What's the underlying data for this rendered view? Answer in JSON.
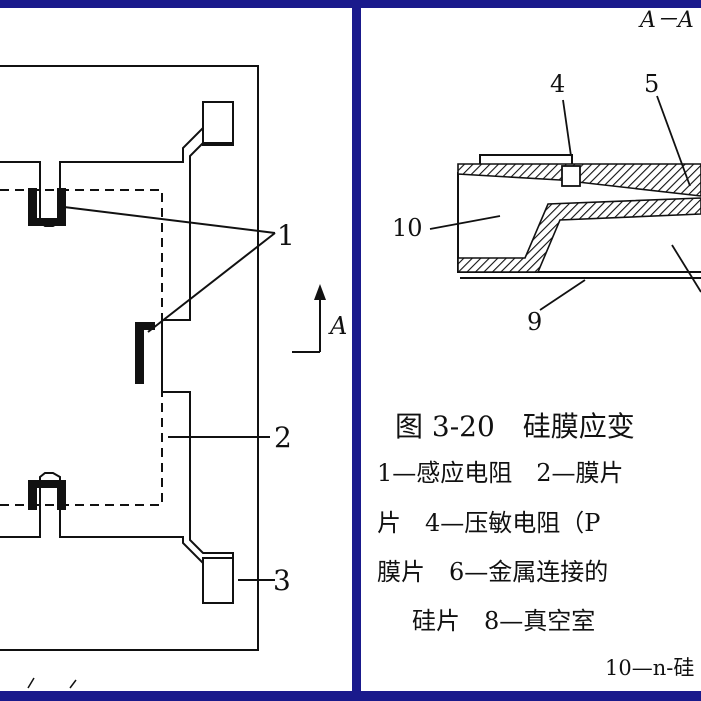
{
  "left_labels": {
    "n1": "1",
    "n2": "2",
    "n3": "3",
    "section_a": "A"
  },
  "right_labels": {
    "section_title": "A－A",
    "n4": "4",
    "n5": "5",
    "n10": "10",
    "n9": "9"
  },
  "caption": {
    "title": "图 3-20　硅膜应变",
    "line1": "1—感应电阻　2—膜片",
    "line2": "片　4—压敏电阻（P",
    "line3": "膜片　6—金属连接的",
    "line4": "硅片　8—真空室",
    "line5": "10—n-硅"
  },
  "colors": {
    "frame": "#1a1a8c",
    "ink": "#111111"
  }
}
